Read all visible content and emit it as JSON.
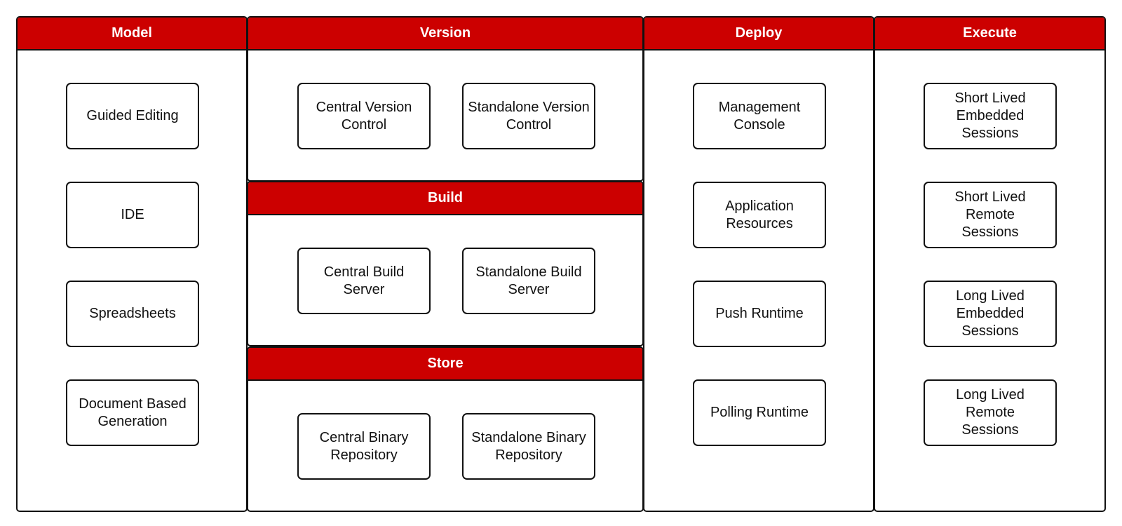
{
  "model": {
    "title": "Model",
    "items": [
      "Guided Editing",
      "IDE",
      "Spreadsheets",
      "Document Based\nGeneration"
    ]
  },
  "version": {
    "title": "Version",
    "items": [
      "Central Version\nControl",
      "Standalone Version\nControl"
    ]
  },
  "build": {
    "title": "Build",
    "items": [
      "Central Build\nServer",
      "Standalone Build\nServer"
    ]
  },
  "store": {
    "title": "Store",
    "items": [
      "Central Binary\nRepository",
      "Standalone Binary\nRepository"
    ]
  },
  "deploy": {
    "title": "Deploy",
    "items": [
      "Management\nConsole",
      "Application\nResources",
      "Push Runtime",
      "Polling Runtime"
    ]
  },
  "execute": {
    "title": "Execute",
    "items": [
      "Short Lived\nEmbedded\nSessions",
      "Short Lived\nRemote\nSessions",
      "Long Lived\nEmbedded\nSessions",
      "Long Lived\nRemote\nSessions"
    ]
  },
  "colors": {
    "header": "#cc0000",
    "border": "#111111",
    "background": "#ffffff"
  }
}
